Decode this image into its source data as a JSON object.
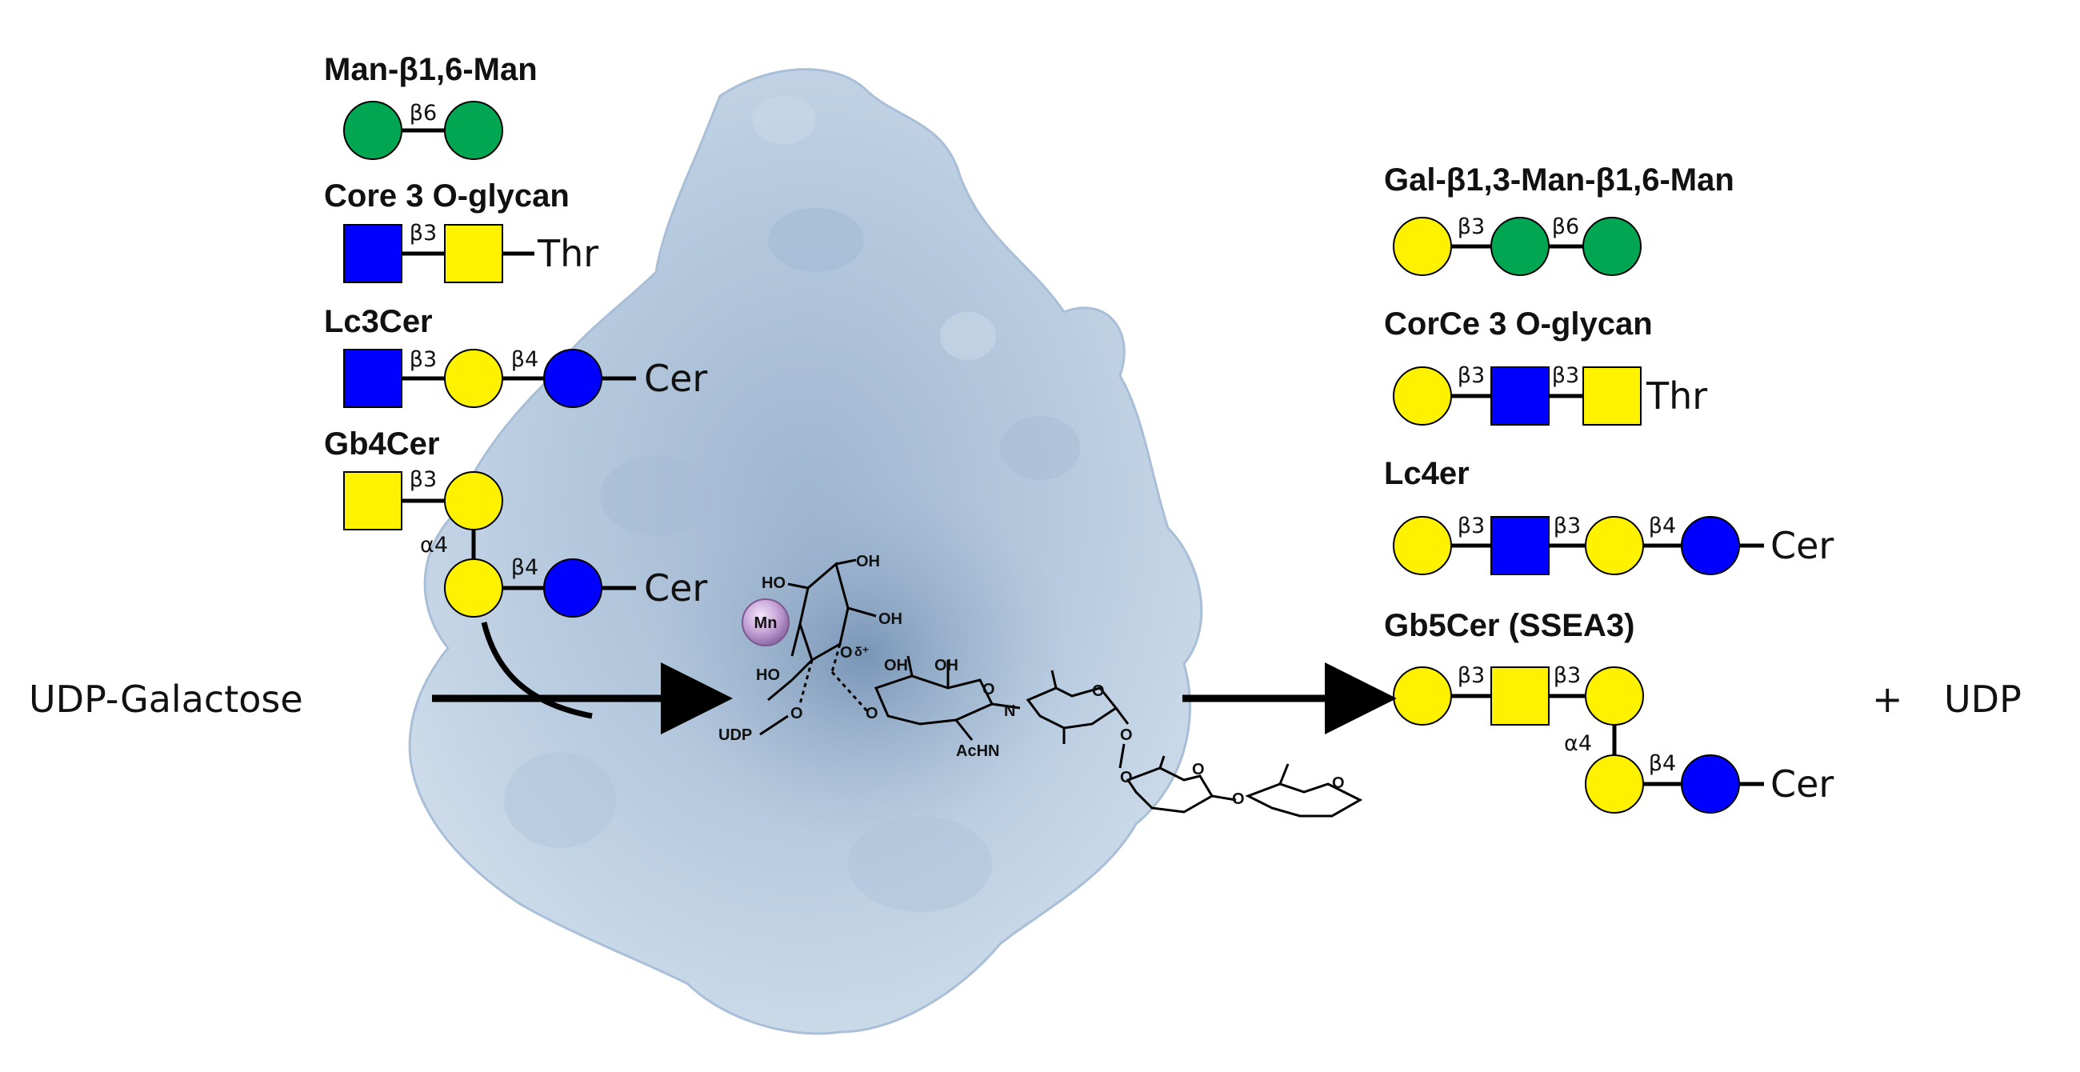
{
  "colors": {
    "gal": "#FFF200",
    "man": "#00A651",
    "glcnac": "#0000FF",
    "galnac": "#FFF200",
    "glc": "#0000FF",
    "protein": "#B9CCE0",
    "mn": "#C9A6D9"
  },
  "substrates": [
    {
      "title": "Man-β1,6-Man",
      "links": [
        "β6"
      ],
      "aglycone": ""
    },
    {
      "title": "Core 3 O-glycan",
      "links": [
        "β3"
      ],
      "aglycone": "Thr"
    },
    {
      "title": "Lc3Cer",
      "links": [
        "β3",
        "β4"
      ],
      "aglycone": "Cer"
    },
    {
      "title": "Gb4Cer",
      "links": [
        "β3",
        "α4",
        "β4"
      ],
      "aglycone": "Cer"
    }
  ],
  "products": [
    {
      "title": "Gal-β1,3-Man-β1,6-Man",
      "links": [
        "β3",
        "β6"
      ],
      "aglycone": ""
    },
    {
      "title": "CorCe 3 O-glycan",
      "links": [
        "β3",
        "β3"
      ],
      "aglycone": "Thr"
    },
    {
      "title": "Lc4er",
      "links": [
        "β3",
        "β3",
        "β4"
      ],
      "aglycone": "Cer"
    },
    {
      "title": "Gb5Cer (SSEA3)",
      "links": [
        "β3",
        "β3",
        "α4",
        "β4"
      ],
      "aglycone": "Cer"
    }
  ],
  "reaction": {
    "donor": "UDP-Galactose",
    "plus": "+",
    "byproduct": "UDP"
  },
  "chemistry": {
    "metal": "Mn",
    "labels": {
      "oh_top": "OH",
      "ho_left": "HO",
      "oh_right": "OH",
      "delta": "δ⁺",
      "ho_lower": "HO",
      "udp": "UDP",
      "o1": "O",
      "o2": "O",
      "oh_b1": "OH",
      "oh_b2": "OH",
      "o3": "O",
      "o4": "O",
      "acnh": "AcHN",
      "n": "N",
      "o5": "O",
      "o6": "O",
      "o7": "O",
      "o8": "O",
      "o9": "O",
      "o10": "O"
    }
  }
}
